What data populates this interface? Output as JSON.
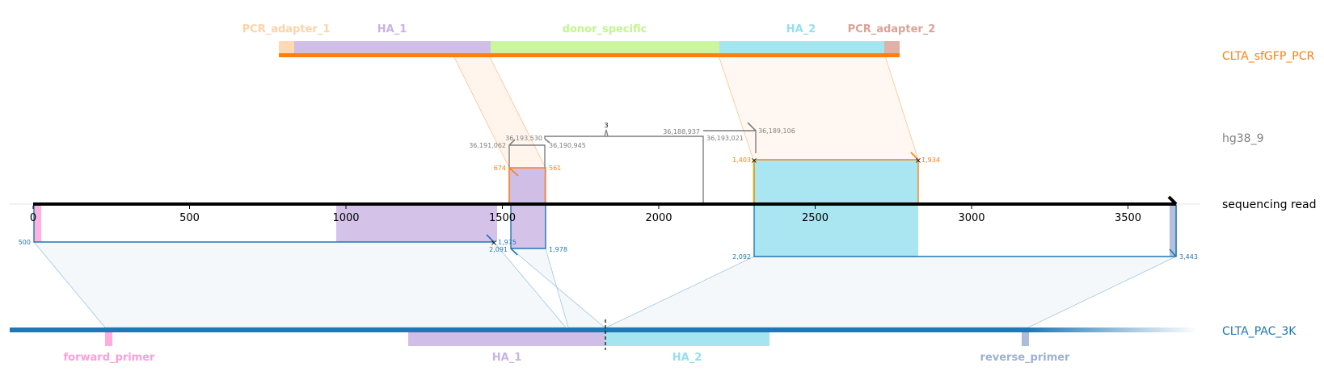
{
  "tracks": {
    "pcr": {
      "name": "CLTA_sfGFP_PCR",
      "color": "#ff7f0e"
    },
    "genome": {
      "name": "hg38_9",
      "color": "#7f7f7f"
    },
    "read": {
      "name": "sequencing read",
      "color": "#000000"
    },
    "plasmid": {
      "name": "CLTA_PAC_3K",
      "color": "#1f77b4"
    }
  },
  "pcr_features": [
    {
      "name": "PCR_adapter_1",
      "color": "#ffd2a6"
    },
    {
      "name": "HA_1",
      "color": "#c9b3e3"
    },
    {
      "name": "donor_specific",
      "color": "#c2f58c"
    },
    {
      "name": "HA_2",
      "color": "#94e0ed"
    },
    {
      "name": "PCR_adapter_2",
      "color": "#dba396"
    }
  ],
  "plasmid_features": [
    {
      "name": "forward_primer",
      "color": "#ff9ed9"
    },
    {
      "name": "HA_1",
      "color": "#c9b3e3"
    },
    {
      "name": "HA_2",
      "color": "#94e0ed"
    },
    {
      "name": "reverse_primer",
      "color": "#9eb0d4"
    }
  ],
  "read_axis": {
    "ticks": [
      "0",
      "500",
      "1000",
      "1500",
      "2000",
      "2500",
      "3000",
      "3500"
    ]
  },
  "genome_coords": {
    "c1": "36,191,062",
    "c2": "36,193,530",
    "c3": "36,190,945",
    "c4": "36,188,937",
    "c5": "36,193,021",
    "c6": "36,189,106",
    "gap": "3"
  },
  "pcr_coords": {
    "a1": "674",
    "a2": "561",
    "b1": "1,403",
    "b2": "1,934"
  },
  "plasmid_coords": {
    "p1": "500",
    "p2": "1,975",
    "p3": "2,091",
    "p4": "1,978",
    "p5": "2,092",
    "p6": "3,443"
  }
}
